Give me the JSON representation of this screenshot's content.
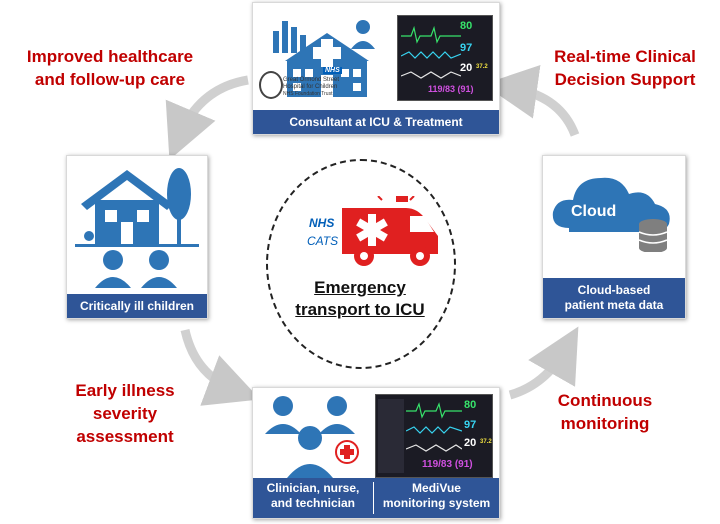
{
  "labels": {
    "improved": [
      "Improved healthcare",
      "and follow-up care"
    ],
    "realtime": [
      "Real-time Clinical",
      "Decision Support"
    ],
    "early": [
      "Early illness",
      "severity",
      "assessment"
    ],
    "continuous": [
      "Continuous",
      "monitoring"
    ]
  },
  "cards": {
    "top": {
      "caption": "Consultant at ICU & Treatment",
      "hospital_logo": [
        "NHS",
        "Great Ormond Street",
        "Hospital for Children",
        "NHS Foundation Trust"
      ]
    },
    "left": {
      "caption": "Critically ill children"
    },
    "right": {
      "caption": [
        "Cloud-based",
        "patient meta data"
      ],
      "cloud_text": "Cloud"
    },
    "bottom": {
      "caption_left": [
        "Clinician, nurse,",
        "and technician"
      ],
      "caption_right": [
        "MediVue",
        "monitoring system"
      ]
    }
  },
  "monitor": {
    "hr": "80",
    "spo2": "97",
    "rr": "20",
    "bp": "119/83 (91)",
    "temp": "37.2"
  },
  "center": {
    "nhs": "NHS",
    "cats": "CATS",
    "title": [
      "Emergency",
      "transport to ICU"
    ]
  },
  "colors": {
    "accent_red": "#c00000",
    "bar_blue": "#2f5597",
    "icon_blue": "#2e75b6",
    "ambulance_red": "#e02020"
  }
}
